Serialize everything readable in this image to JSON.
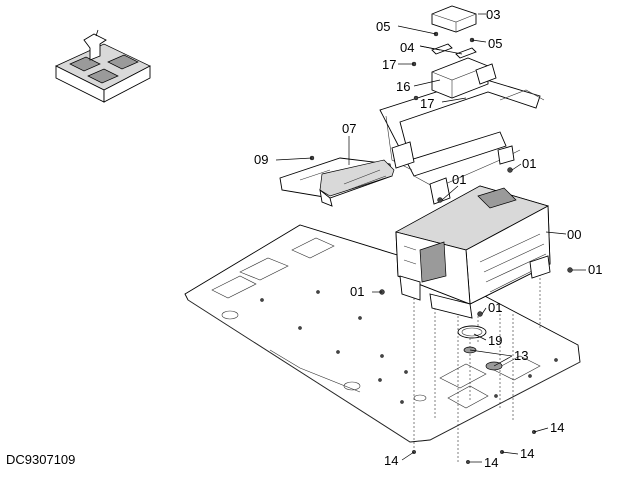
{
  "document_id": "DC9307109",
  "callouts": {
    "c03": "03",
    "c05a": "05",
    "c05b": "05",
    "c04": "04",
    "c17a": "17",
    "c16": "16",
    "c17b": "17",
    "c07": "07",
    "c09": "09",
    "c01a": "01",
    "c01b": "01",
    "c00": "00",
    "c01c": "01",
    "c01d": "01",
    "c01e": "01",
    "c19": "19",
    "c13": "13",
    "c14a": "14",
    "c14b": "14",
    "c14c": "14",
    "c14d": "14"
  },
  "icons": {
    "locator": "machine-locator-icon"
  }
}
